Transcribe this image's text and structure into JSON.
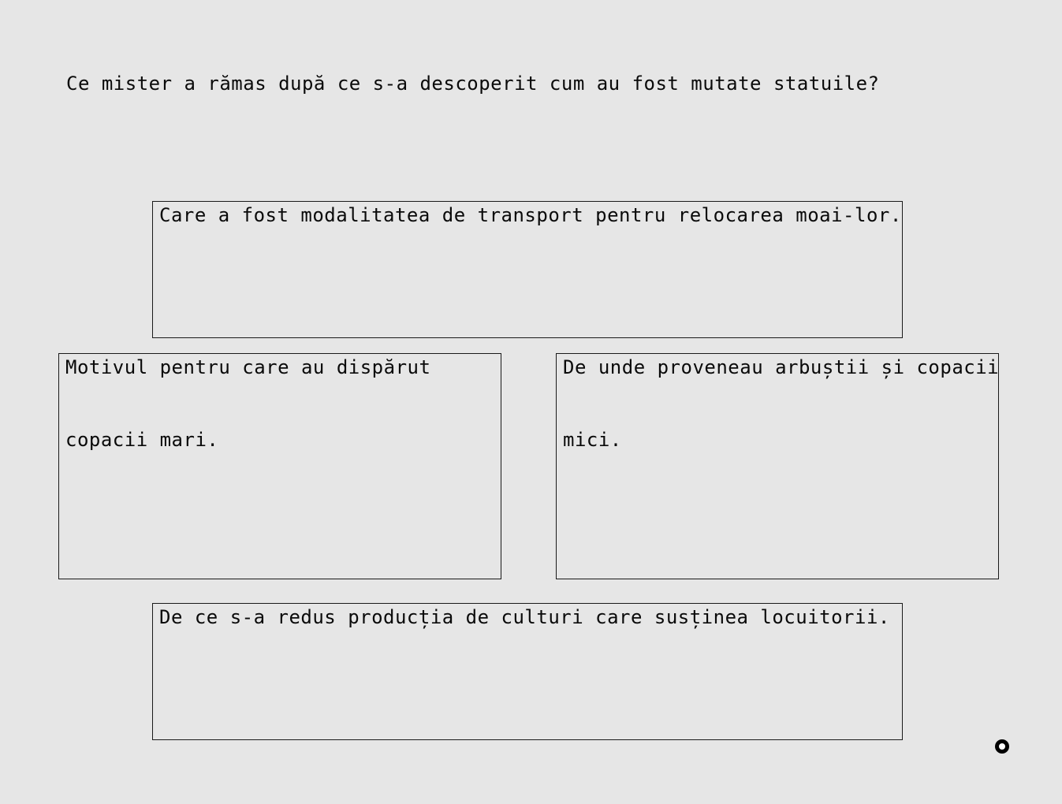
{
  "question": "Ce mister a rămas după ce s-a descoperit cum au fost mutate statuile?",
  "boxes": {
    "top": {
      "line1": "Care a fost modalitatea de transport pentru relocarea moai-lor."
    },
    "left": {
      "line1": "Motivul pentru care au dispărut",
      "line2": "copacii mari."
    },
    "right": {
      "line1": "De unde proveneau arbuștii și copacii",
      "line2": "mici."
    },
    "bottom": {
      "line1": "De ce s-a redus producția de culturi care susținea locuitorii."
    }
  },
  "icons": {
    "corner": "record-circle-icon"
  },
  "colors": {
    "background": "#e6e6e6",
    "text": "#0a0a0a",
    "border": "#1a1a1a"
  }
}
